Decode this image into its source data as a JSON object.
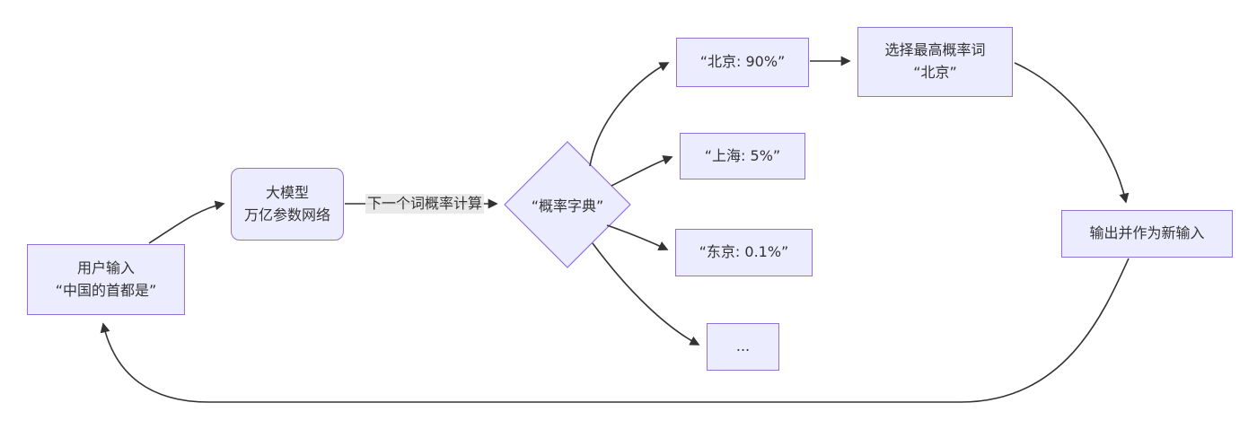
{
  "diagram": {
    "title": "",
    "nodes": {
      "user_input": {
        "line1": "用户输入",
        "line2": "“中国的首都是”"
      },
      "model": {
        "line1": "大模型",
        "line2": "万亿参数网络"
      },
      "dict": {
        "label": "“概率字典”"
      },
      "beijing_prob": {
        "label": "“北京: 90%”"
      },
      "shanghai_prob": {
        "label": "“上海: 5%”"
      },
      "tokyo_prob": {
        "label": "“东京: 0.1%”"
      },
      "ellipsis": {
        "label": "..."
      },
      "select_top": {
        "line1": "选择最高概率词",
        "line2": "“北京”"
      },
      "output": {
        "label": "输出并作为新输入"
      }
    },
    "edge_labels": {
      "prob_calc": "下一个词概率计算"
    },
    "colors": {
      "node_fill": "#ECECFF",
      "node_border": "#9370DB",
      "edge_line": "#333333",
      "text": "#333333",
      "edge_label_bg": "#E8E8E8",
      "background": "#FFFFFF"
    }
  }
}
